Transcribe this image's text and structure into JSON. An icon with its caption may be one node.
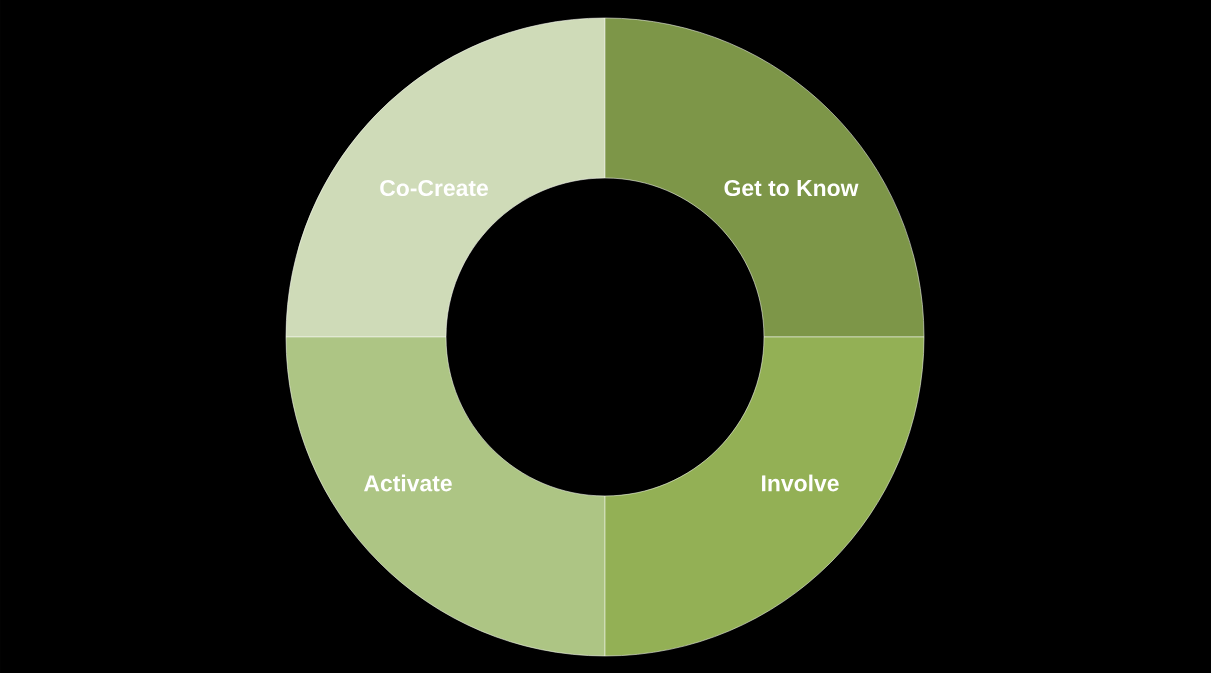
{
  "diagram": {
    "nodes": [
      {
        "text": [
          "Co-Create"
        ]
      },
      {
        "text": [
          "Get to Know"
        ]
      },
      {
        "text": [
          "Activate"
        ]
      },
      {
        "text": [
          "Involve"
        ]
      }
    ]
  }
}
